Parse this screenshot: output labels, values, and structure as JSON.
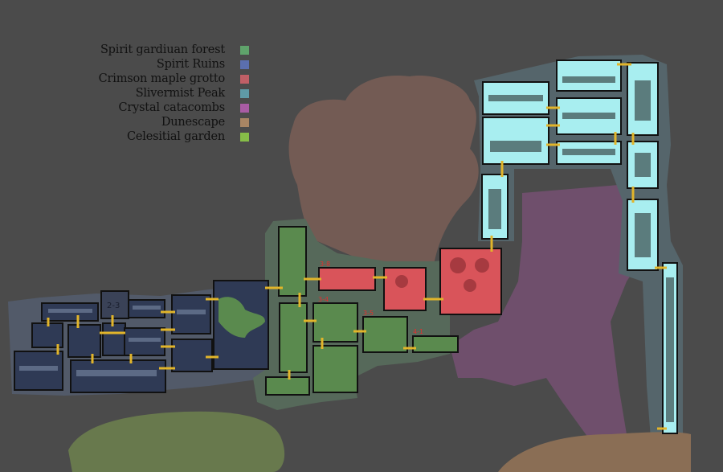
{
  "legend": {
    "items": [
      {
        "label": "Spirit gardiuan forest",
        "color": "#5fa36b"
      },
      {
        "label": "Spirit Ruins",
        "color": "#5b6fae"
      },
      {
        "label": "Crimson maple grotto",
        "color": "#c05f66"
      },
      {
        "label": "Slivermist Peak",
        "color": "#5f9aa6"
      },
      {
        "label": "Crystal catacombs",
        "color": "#a85ca4"
      },
      {
        "label": "Dunescape",
        "color": "#a88564"
      },
      {
        "label": "Celesitial garden",
        "color": "#86bd48"
      }
    ]
  },
  "room_labels": {
    "ruins_room": "2-3",
    "crimson_a": "3-8",
    "forest_a": "3-4",
    "forest_b": "3-5",
    "forest_c": "4-1"
  },
  "colors": {
    "background": "#4b4b4b",
    "ruins_fill": "#2f3a55",
    "forest_fill": "#5a8a4e",
    "crimson_fill": "#d9545a",
    "peak_fill": "#a8eef0",
    "connector": "#e2b52a"
  }
}
